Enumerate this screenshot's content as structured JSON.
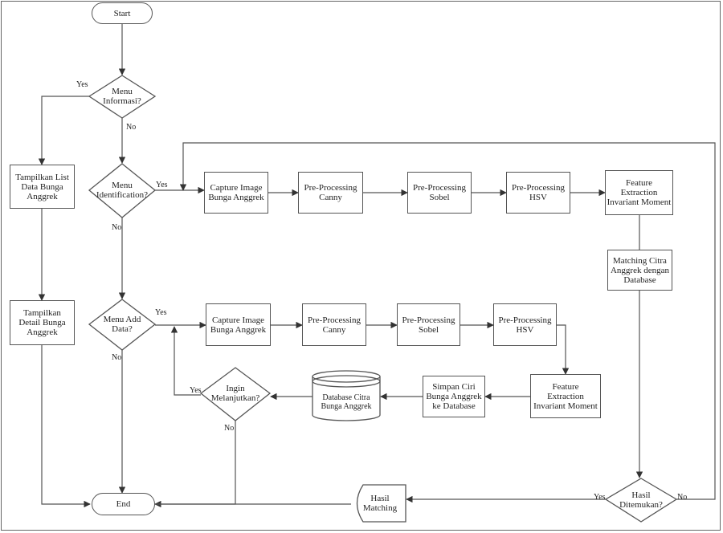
{
  "nodes": {
    "start": "Start",
    "end": "End",
    "menu_informasi": "Menu\nInformasi?",
    "menu_identification": "Menu\nIdentification?",
    "menu_add_data": "Menu Add\nData?",
    "tampilkan_list": "Tampilkan List\nData Bunga\nAnggrek",
    "tampilkan_detail": "Tampilkan\nDetail Bunga\nAnggrek",
    "capture_1": "Capture Image\nBunga Anggrek",
    "canny_1": "Pre-Processing\nCanny",
    "sobel_1": "Pre-Processing\nSobel",
    "hsv_1": "Pre-Processing\nHSV",
    "feature_1": "Feature\nExtraction\nInvariant Moment",
    "matching_citra": "Matching Citra\nAnggrek dengan\nDatabase",
    "capture_2": "Capture Image\nBunga Anggrek",
    "canny_2": "Pre-Processing\nCanny",
    "sobel_2": "Pre-Processing\nSobel",
    "hsv_2": "Pre-Processing\nHSV",
    "feature_2": "Feature\nExtraction\nInvariant Moment",
    "simpan_ciri": "Simpan Ciri\nBunga Anggrek\nke Database",
    "database": "Database Citra\nBunga Anggrek",
    "ingin_melanjutkan": "Ingin\nMelanjutkan?",
    "hasil_matching": "Hasil\nMatching",
    "hasil_ditemukan": "Hasil\nDitemukan?"
  },
  "labels": {
    "yes": "Yes",
    "no": "No"
  }
}
